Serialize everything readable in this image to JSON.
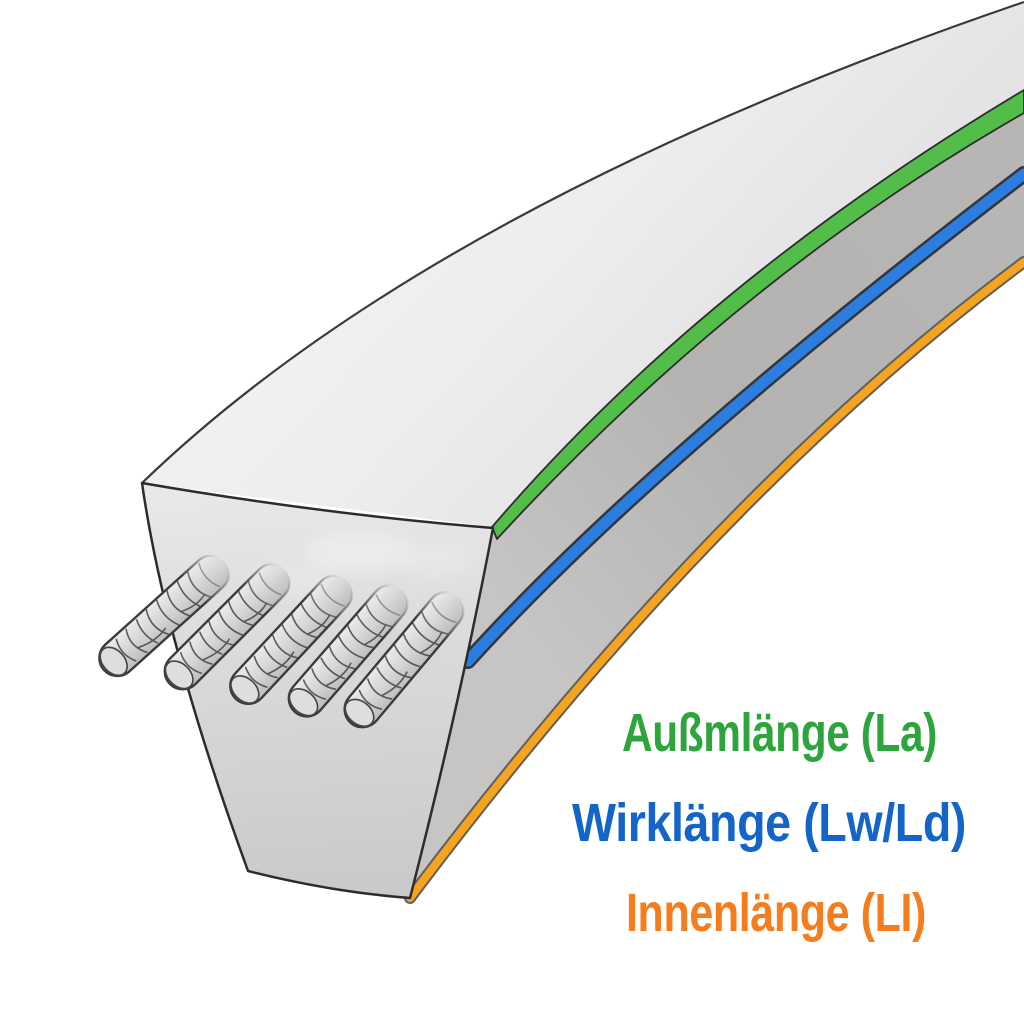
{
  "labels": {
    "outer": {
      "text": "Außmlänge (La)",
      "color": "#2ea43c"
    },
    "effective": {
      "text": "Wirklänge (Lw/Ld)",
      "color": "#1565c8"
    },
    "inner": {
      "text": "Innenlänge (LI)",
      "color": "#f57d1e"
    }
  },
  "colors": {
    "background": "#ffffff",
    "outer-text": "#2ea43c",
    "effective-text": "#1565c8",
    "inner-text": "#f57d1e",
    "outer-line": "#52bd49",
    "effective-line": "#2b7de0",
    "inner-line": "#f6a41f",
    "belt-top": "#ededee",
    "belt-side": "#b4b3b1",
    "belt-face": "#d9d9db",
    "cord": "#d6d6d7",
    "edge-outline": "#3a3a3a"
  }
}
